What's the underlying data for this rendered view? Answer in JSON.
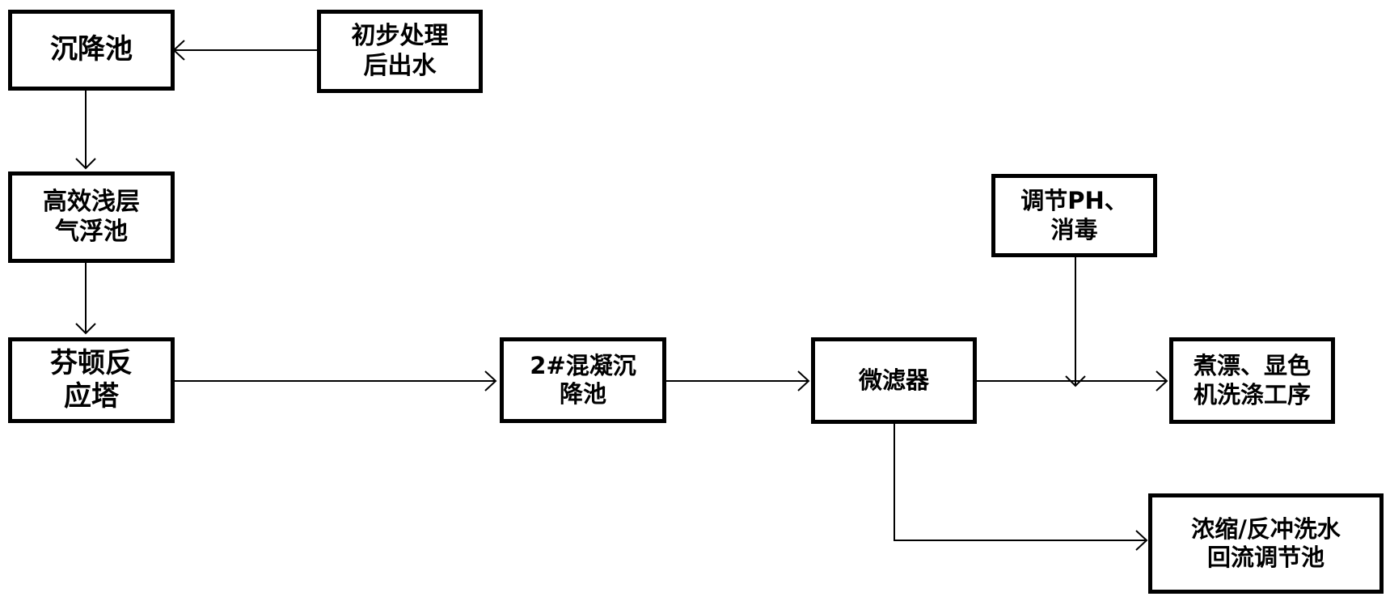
{
  "diagram": {
    "nodes": {
      "sedimentation_tank": {
        "lines": [
          "沉降池"
        ]
      },
      "pretreated_effluent": {
        "lines": [
          "初步处理",
          "后出水"
        ]
      },
      "air_flotation_tank": {
        "lines": [
          "高效浅层",
          "气浮池"
        ]
      },
      "fenton_tower": {
        "lines": [
          "芬顿反",
          "应塔"
        ]
      },
      "coagulation_tank": {
        "lines": [
          "2#混凝沉",
          "降池"
        ]
      },
      "micro_filter": {
        "lines": [
          "微滤器"
        ]
      },
      "ph_disinfection": {
        "lines": [
          "调节PH、",
          "消毒"
        ]
      },
      "dyeing_washing": {
        "lines": [
          "煮漂、显色",
          "机洗涤工序"
        ]
      },
      "backwash_tank": {
        "lines": [
          "浓缩/反冲洗水",
          "回流调节池"
        ]
      }
    },
    "edges": [
      {
        "from": "pretreated_effluent",
        "to": "sedimentation_tank"
      },
      {
        "from": "sedimentation_tank",
        "to": "air_flotation_tank"
      },
      {
        "from": "air_flotation_tank",
        "to": "fenton_tower"
      },
      {
        "from": "fenton_tower",
        "to": "coagulation_tank"
      },
      {
        "from": "coagulation_tank",
        "to": "micro_filter"
      },
      {
        "from": "micro_filter",
        "to": "dyeing_washing"
      },
      {
        "from": "ph_disinfection",
        "to": "dyeing_washing"
      },
      {
        "from": "micro_filter",
        "to": "backwash_tank"
      }
    ]
  }
}
